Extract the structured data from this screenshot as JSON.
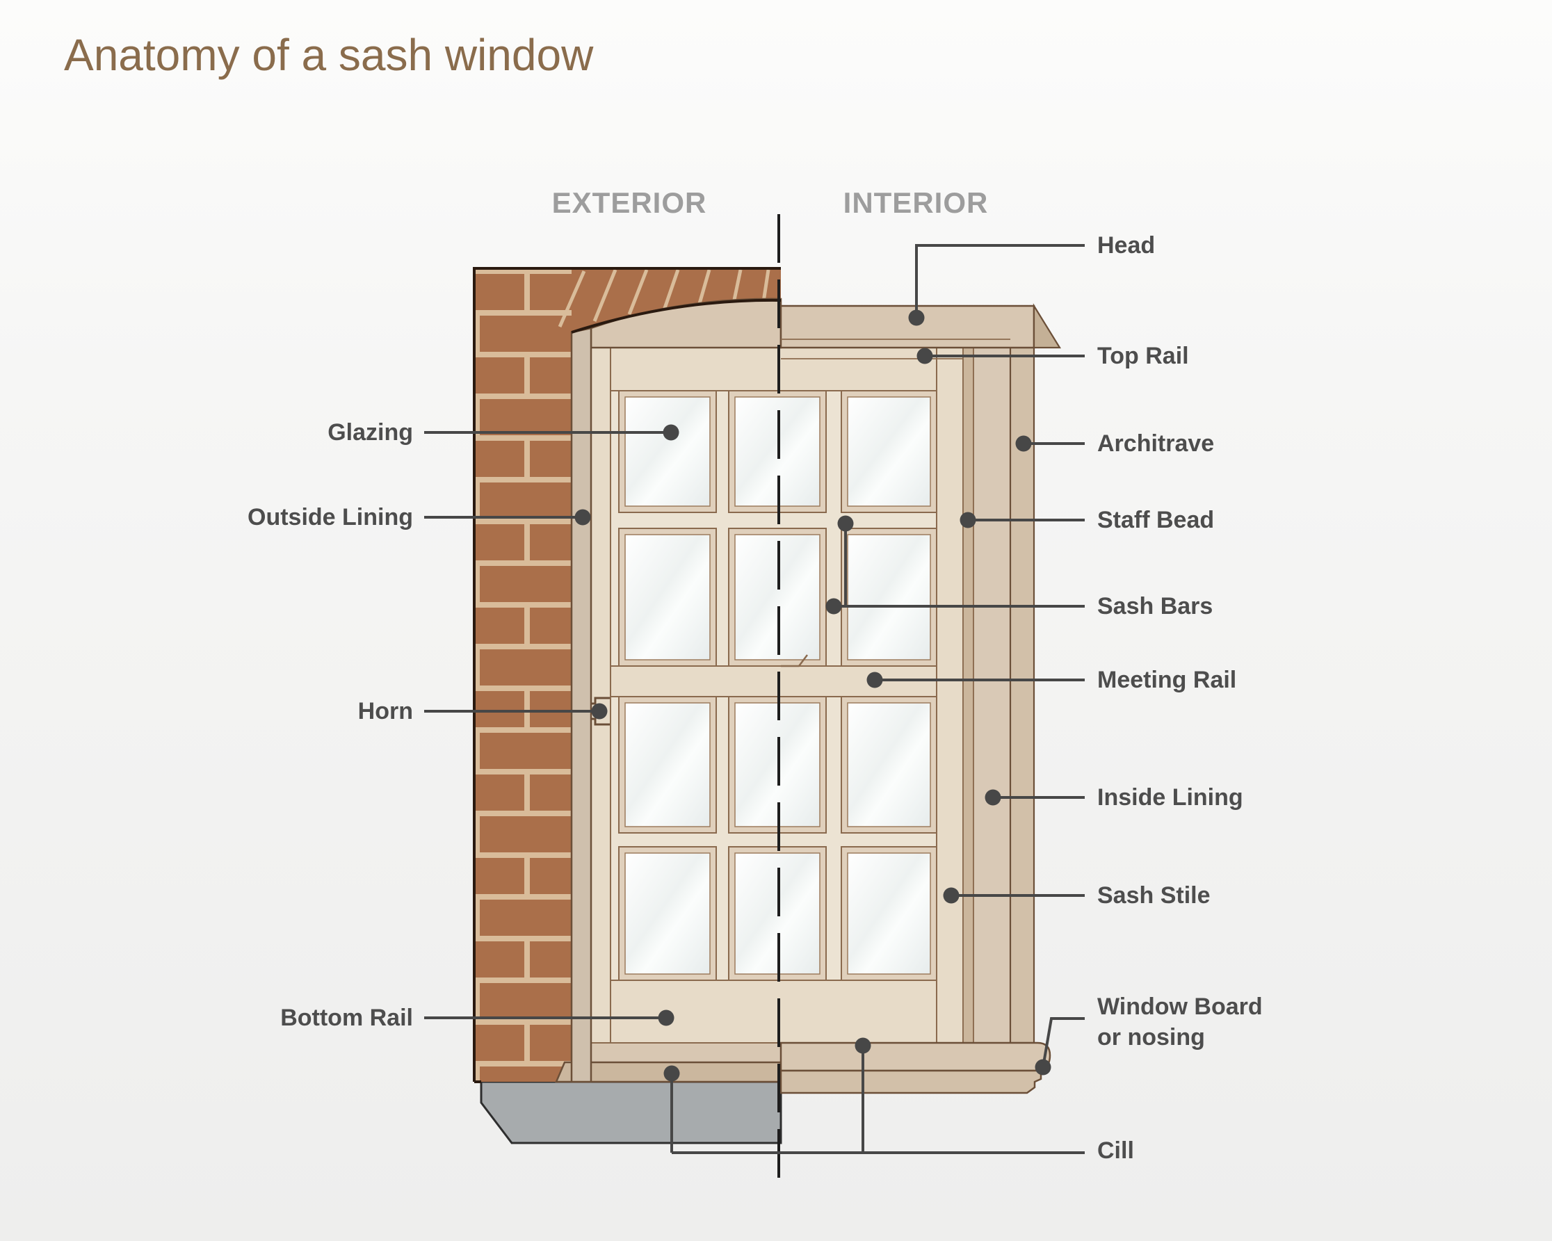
{
  "title": "Anatomy of a sash window",
  "sections": {
    "exterior": "EXTERIOR",
    "interior": "INTERIOR"
  },
  "labels": {
    "left": [
      {
        "id": "glazing",
        "text": "Glazing"
      },
      {
        "id": "outside-lining",
        "text": "Outside Lining"
      },
      {
        "id": "horn",
        "text": "Horn"
      },
      {
        "id": "bottom-rail",
        "text": "Bottom Rail"
      }
    ],
    "right": [
      {
        "id": "head",
        "text": "Head"
      },
      {
        "id": "top-rail",
        "text": "Top Rail"
      },
      {
        "id": "architrave",
        "text": "Architrave"
      },
      {
        "id": "staff-bead",
        "text": "Staff Bead"
      },
      {
        "id": "sash-bars",
        "text": "Sash Bars"
      },
      {
        "id": "meeting-rail",
        "text": "Meeting Rail"
      },
      {
        "id": "inside-lining",
        "text": "Inside Lining"
      },
      {
        "id": "sash-stile",
        "text": "Sash Stile"
      },
      {
        "id": "window-board",
        "text": "Window Board",
        "text2": "or nosing"
      },
      {
        "id": "cill",
        "text": "Cill"
      }
    ]
  },
  "colors": {
    "title_brown": "#8a6c4c",
    "section_gray": "#9d9d9d",
    "label_gray": "#4d4d4d",
    "leader_line": "#474747",
    "brick_face": "#aa6f4a",
    "mortar": "#d9bc9a",
    "wood_pale": "#ece3d3",
    "wood_rail": "#e7dbc8",
    "frame_tan": "#d8c7b2",
    "lining_tan": "#d9c9b6",
    "staff_bead_tan": "#cbb69c",
    "side_face_tan": "#c4b096",
    "stone_gray": "#a7abad",
    "glass": "#f2f6f5",
    "outline_dark": "#2a1a10",
    "outline_wood": "#8a6a4e"
  }
}
